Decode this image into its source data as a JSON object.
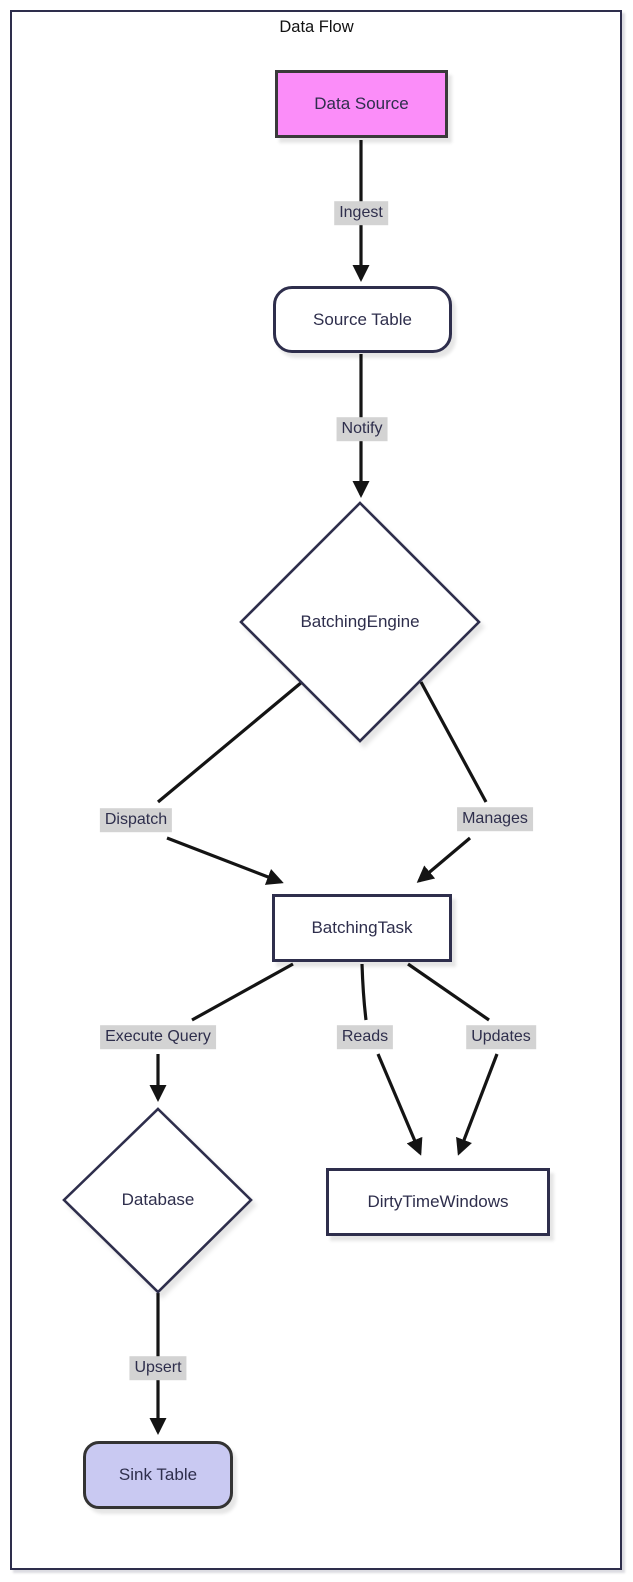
{
  "title": "Data Flow",
  "colors": {
    "node_border": "#2e2e4c",
    "node_text": "#2e2e4c",
    "edge": "#141414",
    "edge_label_bg": "#d3d3d3",
    "data_source_fill": "#fb8df9",
    "sink_table_fill": "#c9c9f2",
    "default_node_fill": "#ffffff",
    "frame_border": "#2e2e4c"
  },
  "nodes": [
    {
      "id": "data-source",
      "label": "Data Source",
      "shape": "rectangle"
    },
    {
      "id": "source-table",
      "label": "Source Table",
      "shape": "rounded-rectangle"
    },
    {
      "id": "batching-engine",
      "label": "BatchingEngine",
      "shape": "diamond"
    },
    {
      "id": "batching-task",
      "label": "BatchingTask",
      "shape": "rectangle"
    },
    {
      "id": "database",
      "label": "Database",
      "shape": "diamond"
    },
    {
      "id": "dirty-time-windows",
      "label": "DirtyTimeWindows",
      "shape": "rectangle"
    },
    {
      "id": "sink-table",
      "label": "Sink Table",
      "shape": "rounded-rectangle"
    }
  ],
  "edges": [
    {
      "from": "Data Source",
      "to": "Source Table",
      "label": "Ingest"
    },
    {
      "from": "Source Table",
      "to": "BatchingEngine",
      "label": "Notify"
    },
    {
      "from": "BatchingEngine",
      "to": "BatchingTask",
      "label": "Dispatch"
    },
    {
      "from": "BatchingEngine",
      "to": "BatchingTask",
      "label": "Manages"
    },
    {
      "from": "BatchingTask",
      "to": "Database",
      "label": "Execute Query"
    },
    {
      "from": "BatchingTask",
      "to": "DirtyTimeWindows",
      "label": "Reads"
    },
    {
      "from": "BatchingTask",
      "to": "DirtyTimeWindows",
      "label": "Updates"
    },
    {
      "from": "Database",
      "to": "Sink Table",
      "label": "Upsert"
    }
  ]
}
